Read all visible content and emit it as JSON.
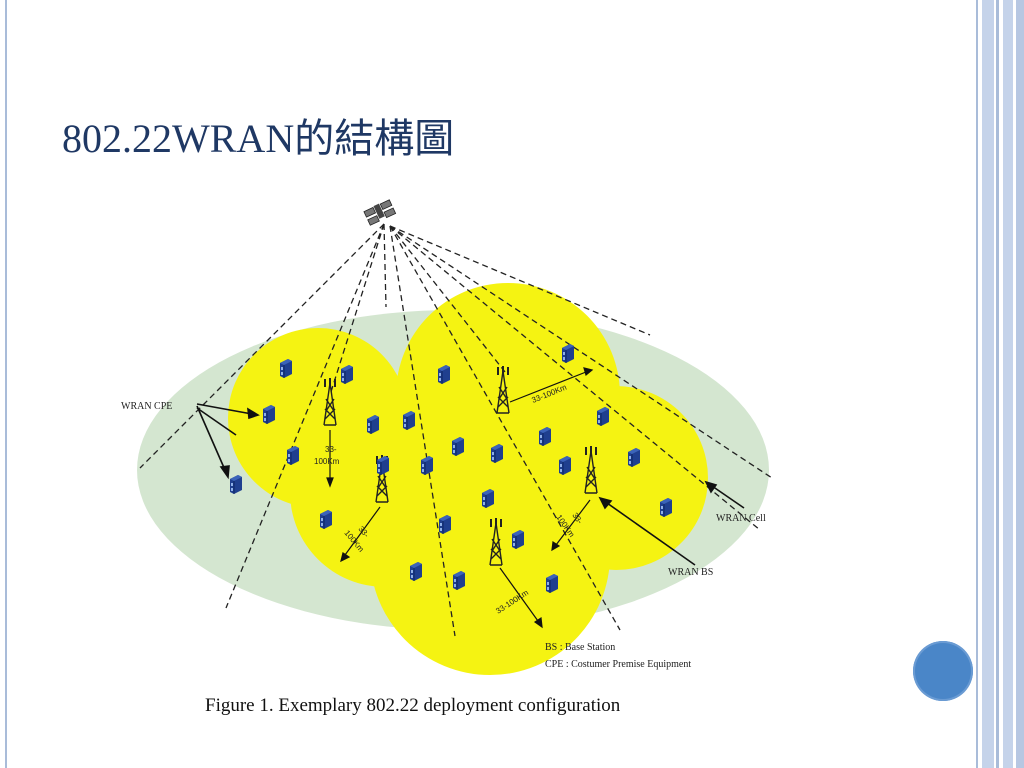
{
  "slide": {
    "title": "802.22WRAN的結構圖"
  },
  "diagram": {
    "labels": {
      "wran_cpe": "WRAN CPE",
      "wran_cell": "WRAN Cell",
      "wran_bs": "WRAN BS",
      "range_1_line1": "33-",
      "range_1_line2": "100Km",
      "range_2": "33-100Km",
      "range_3_line1": "33-",
      "range_3_line2": "100Km",
      "range_4_line1": "33-",
      "range_4_line2": "100Km",
      "range_5": "33-100Km"
    },
    "legend": {
      "bs": "BS   : Base Station",
      "cpe": "CPE : Costumer Premise Equipment"
    },
    "caption": "Figure 1. Exemplary 802.22 deployment configuration",
    "colors": {
      "coverage_ellipse": "#d4e6d0",
      "cell_fill": "#f5f312",
      "cpe_icon": "#1f3f8f",
      "title": "#1f3864",
      "accent_circle": "#4a86c8"
    },
    "icons": [
      "satellite-icon",
      "bs-tower-icon",
      "cpe-icon"
    ]
  }
}
